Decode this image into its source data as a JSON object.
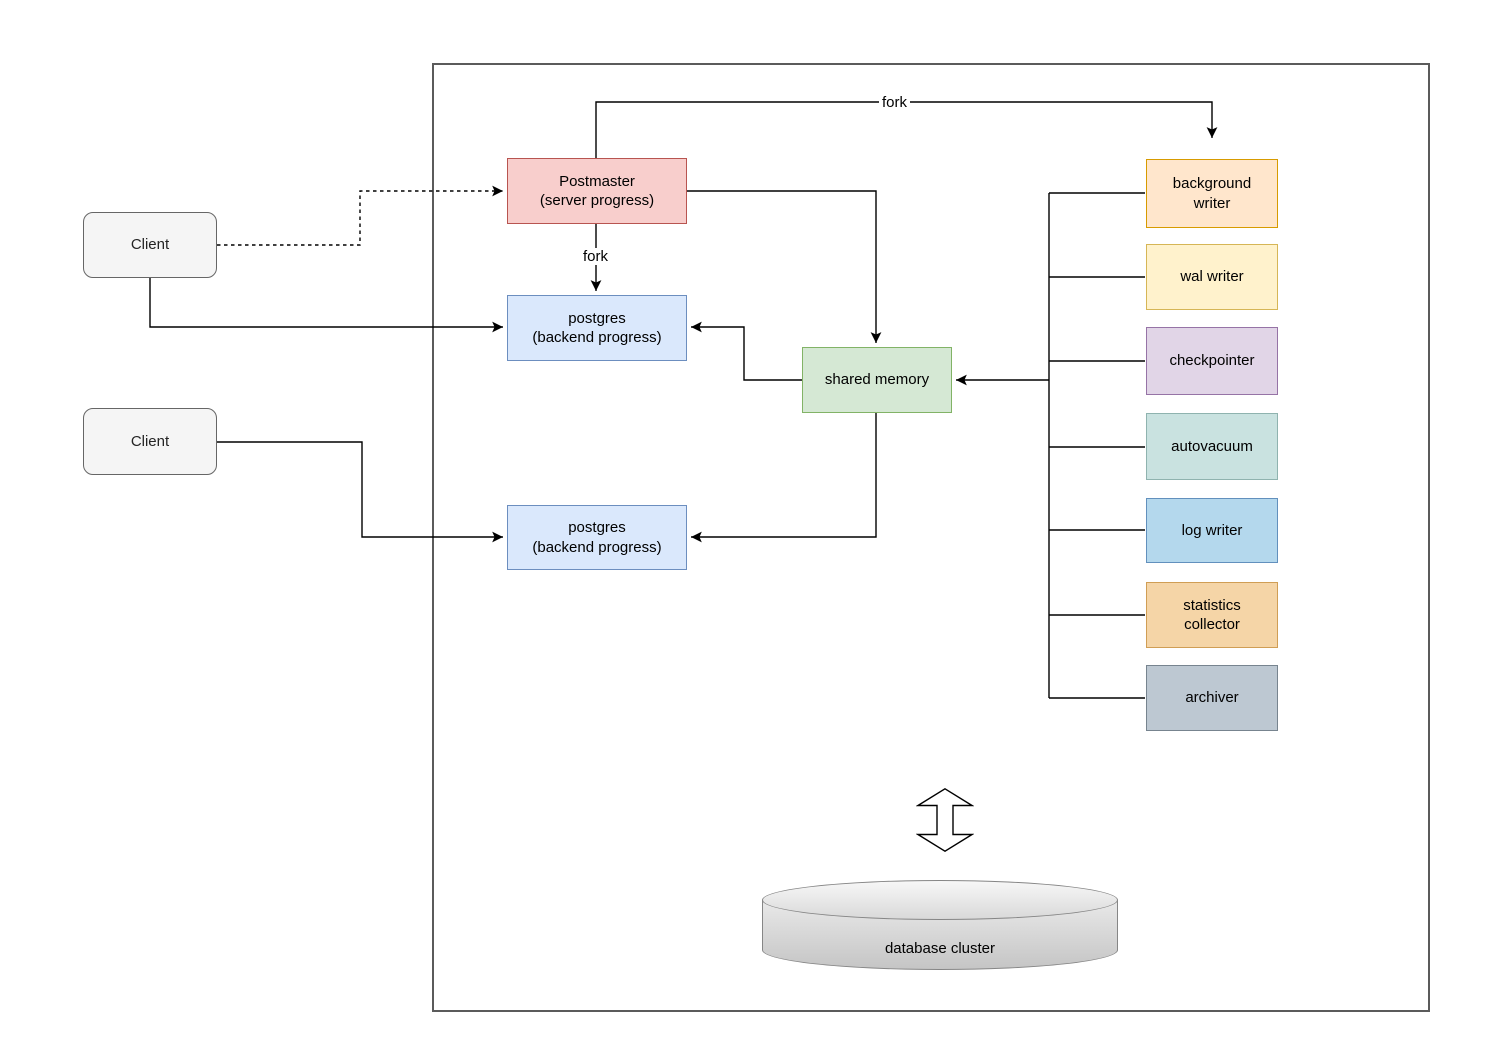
{
  "clients": [
    {
      "label": "Client",
      "fill": "#f5f5f5",
      "stroke": "#666666"
    },
    {
      "label": "Client",
      "fill": "#f5f5f5",
      "stroke": "#666666"
    }
  ],
  "server": {
    "postmaster": {
      "label": "Postmaster\n(server progress)",
      "fill": "#f8cecc",
      "stroke": "#b85450"
    },
    "backends": [
      {
        "label": "postgres\n(backend progress)",
        "fill": "#dae8fc",
        "stroke": "#6c8ebf"
      },
      {
        "label": "postgres\n(backend progress)",
        "fill": "#dae8fc",
        "stroke": "#6c8ebf"
      }
    ],
    "shared_memory": {
      "label": "shared memory",
      "fill": "#d5e8d4",
      "stroke": "#82b366"
    },
    "workers": [
      {
        "label": "background\nwriter",
        "fill": "#ffe6cc",
        "stroke": "#d79b00"
      },
      {
        "label": "wal writer",
        "fill": "#fff2cc",
        "stroke": "#d6b656"
      },
      {
        "label": "checkpointer",
        "fill": "#e1d5e7",
        "stroke": "#9673a6"
      },
      {
        "label": "autovacuum",
        "fill": "#c9e2e0",
        "stroke": "#8fb3af"
      },
      {
        "label": "log writer",
        "fill": "#b4d8ed",
        "stroke": "#6290bd"
      },
      {
        "label": "statistics\ncollector",
        "fill": "#f5d5a7",
        "stroke": "#d09e55"
      },
      {
        "label": "archiver",
        "fill": "#bdc8d2",
        "stroke": "#77848f"
      }
    ],
    "database": {
      "label": "database cluster",
      "fill_top": "#f0f0f0",
      "fill_bottom": "#c6c6c6",
      "stroke": "#868686"
    }
  },
  "edge_labels": [
    {
      "text": "fork"
    },
    {
      "text": "fork"
    }
  ],
  "line_color": "#000000",
  "boundary_color": "#5b5b5b"
}
